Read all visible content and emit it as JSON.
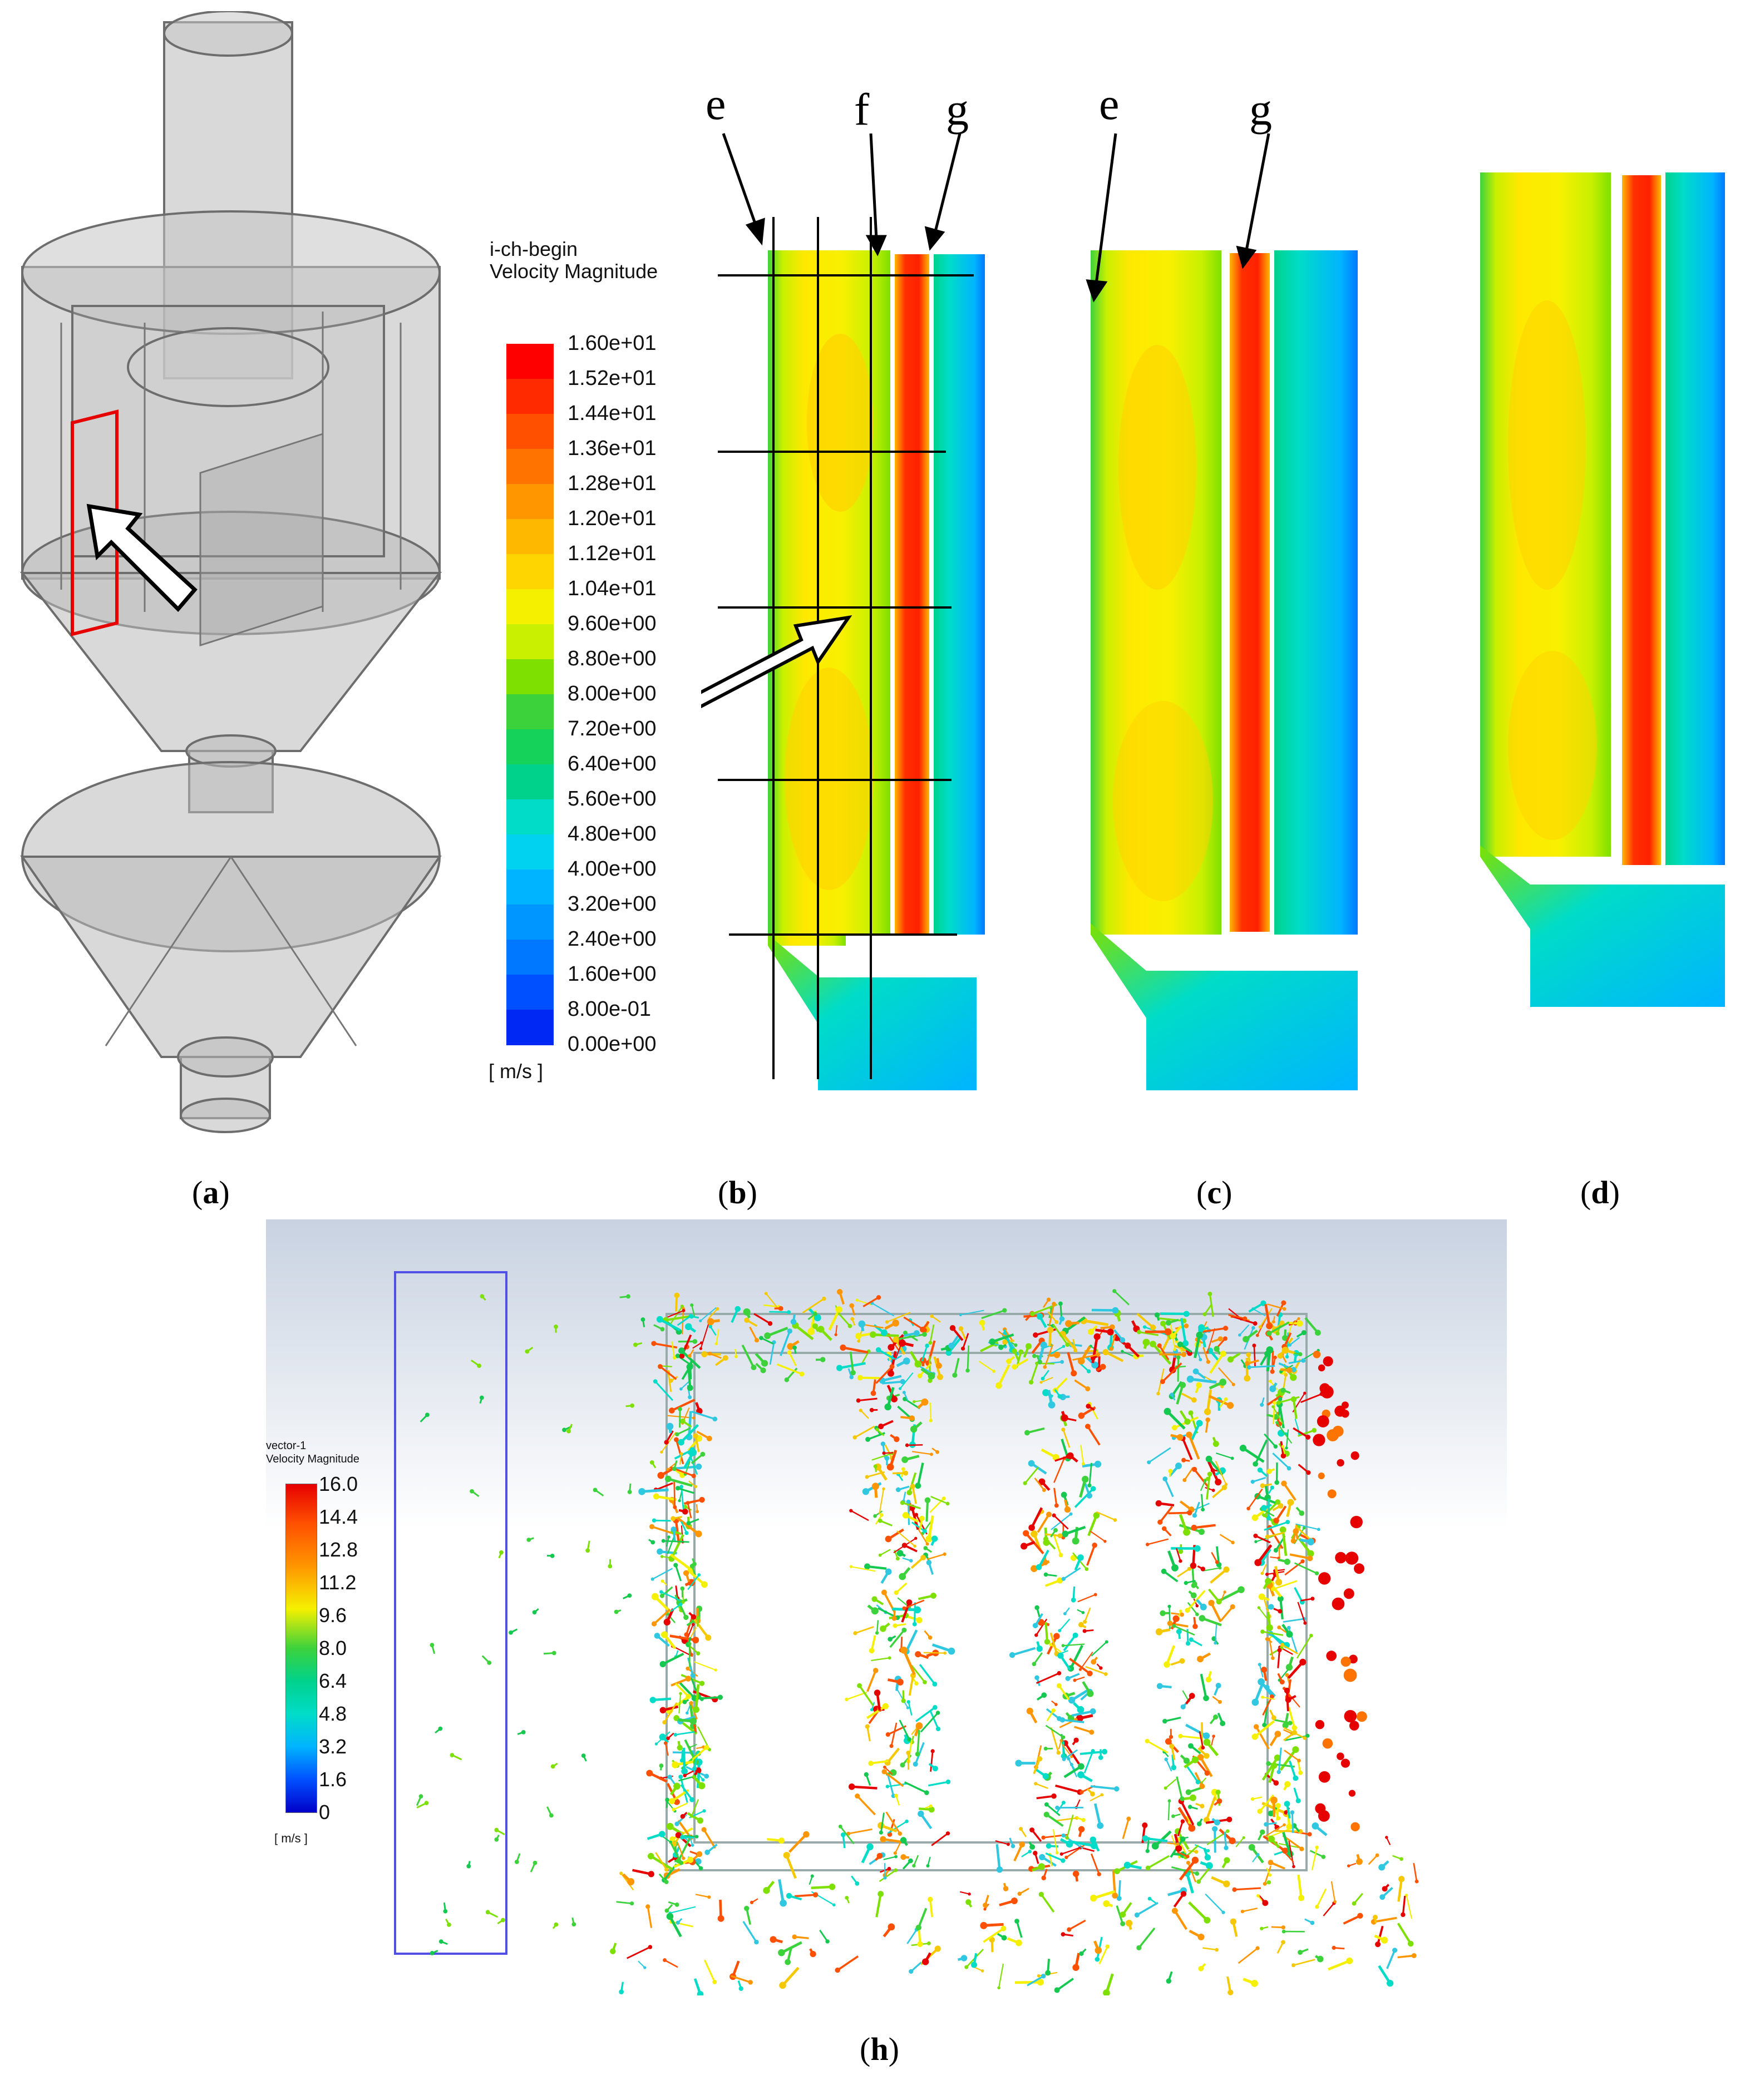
{
  "panels": {
    "a": "a",
    "b": "b",
    "c": "c",
    "d": "d",
    "h": "h"
  },
  "legend_b": {
    "title_line1": "i-ch-begin",
    "title_line2": "Velocity Magnitude",
    "unit": "[ m/s ]",
    "ticks": [
      "1.60e+01",
      "1.52e+01",
      "1.44e+01",
      "1.36e+01",
      "1.28e+01",
      "1.20e+01",
      "1.12e+01",
      "1.04e+01",
      "9.60e+00",
      "8.80e+00",
      "8.00e+00",
      "7.20e+00",
      "6.40e+00",
      "5.60e+00",
      "4.80e+00",
      "4.00e+00",
      "3.20e+00",
      "2.40e+00",
      "1.60e+00",
      "8.00e-01",
      "0.00e+00"
    ],
    "colors": [
      "#ff0000",
      "#ff2a00",
      "#ff5000",
      "#ff7300",
      "#ff9600",
      "#ffb800",
      "#ffd500",
      "#f5f000",
      "#c8f000",
      "#7ee000",
      "#3cd23c",
      "#14d25a",
      "#00d28c",
      "#00dcc8",
      "#00d2f0",
      "#00b4ff",
      "#0096ff",
      "#0078ff",
      "#0050ff",
      "#0028f5",
      "#0000e6"
    ]
  },
  "legend_h": {
    "title_line1": "vector-1",
    "title_line2": "Velocity Magnitude",
    "unit": "[ m/s ]",
    "ticks": [
      "16.0",
      "14.4",
      "12.8",
      "11.2",
      "9.6",
      "8.0",
      "6.4",
      "4.8",
      "3.2",
      "1.6",
      "0"
    ]
  },
  "letters_b": [
    "e",
    "f",
    "g"
  ],
  "letters_c": [
    "e",
    "g"
  ]
}
